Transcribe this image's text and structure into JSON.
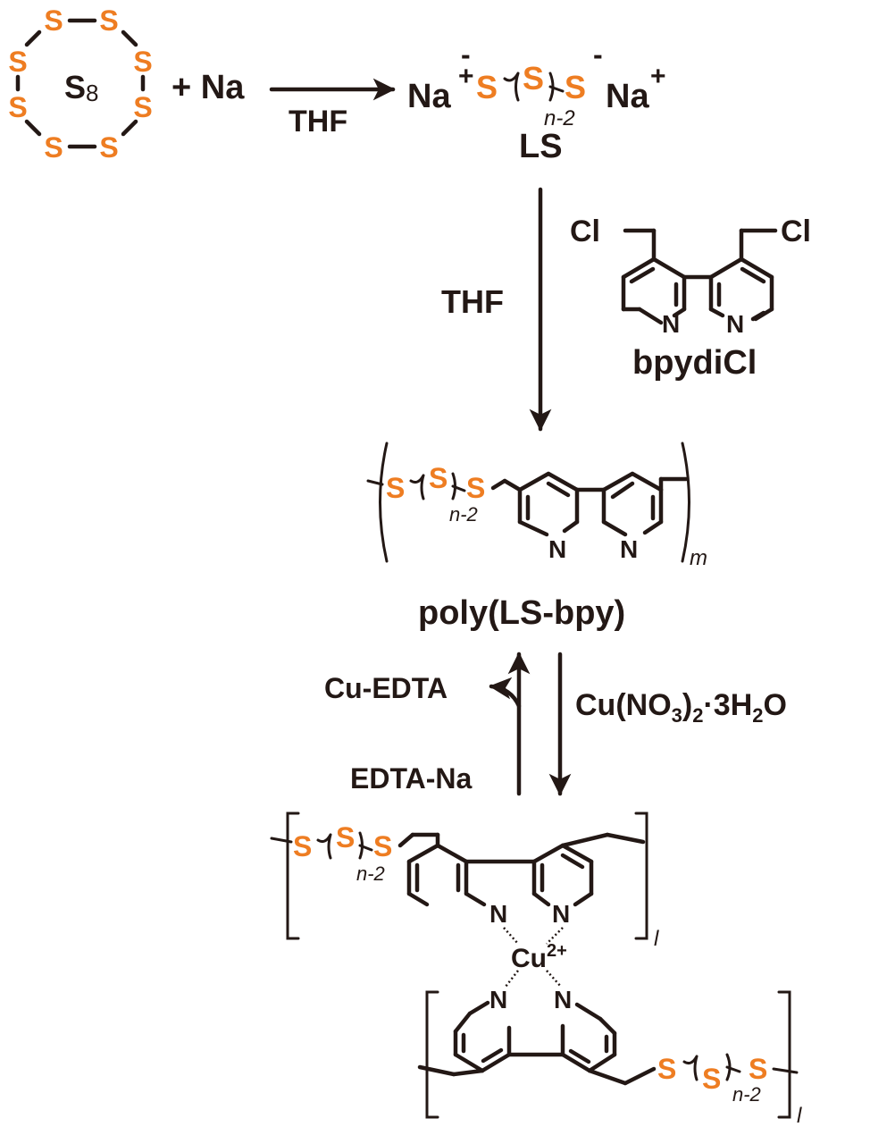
{
  "colors": {
    "ink": "#231815",
    "sulfur": "#ee7d22",
    "background": "#ffffff"
  },
  "s8": {
    "atom": "S",
    "label_main": "S",
    "label_sub": "8"
  },
  "step1": {
    "reagent": "+ Na",
    "solvent": "THF"
  },
  "ls": {
    "na": "Na",
    "plus": "+",
    "minus": "-",
    "s": "S",
    "subscript": "n-2",
    "name": "LS"
  },
  "step2": {
    "solvent": "THF"
  },
  "bpydicl": {
    "cl": "Cl",
    "n": "N",
    "name": "bpydiCl"
  },
  "polymer": {
    "s": "S",
    "subscript": "n-2",
    "n": "N",
    "repeat": "m",
    "name": "poly(LS-bpy)"
  },
  "step3": {
    "forward_reagent": "Cu(NO3)2·3H2O",
    "forward_parts": [
      "Cu(NO",
      "3",
      ")",
      "2",
      "·3H",
      "2",
      "O"
    ],
    "reverse_reagent": "EDTA-Na",
    "reverse_byproduct": "Cu-EDTA"
  },
  "complex": {
    "s": "S",
    "subscript": "n-2",
    "n": "N",
    "metal": "Cu",
    "charge": "2+",
    "repeat": "l"
  }
}
